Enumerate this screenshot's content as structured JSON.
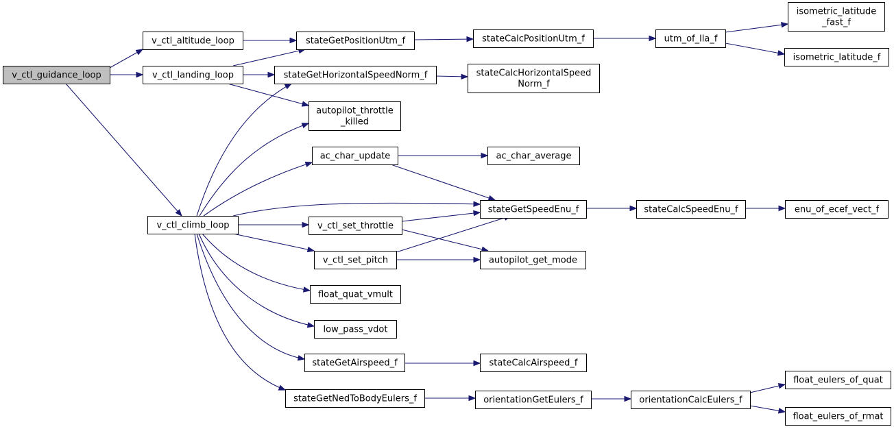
{
  "diagram": {
    "type": "call-graph",
    "nodes": [
      {
        "id": "v_ctl_guidance_loop",
        "lines": [
          "v_ctl_guidance_loop"
        ],
        "highlight": true
      },
      {
        "id": "v_ctl_altitude_loop",
        "lines": [
          "v_ctl_altitude_loop"
        ]
      },
      {
        "id": "v_ctl_landing_loop",
        "lines": [
          "v_ctl_landing_loop"
        ]
      },
      {
        "id": "v_ctl_climb_loop",
        "lines": [
          "v_ctl_climb_loop"
        ]
      },
      {
        "id": "stateGetPositionUtm_f",
        "lines": [
          "stateGetPositionUtm_f"
        ]
      },
      {
        "id": "stateGetHorizontalSpeedNorm_f",
        "lines": [
          "stateGetHorizontalSpeedNorm_f"
        ]
      },
      {
        "id": "autopilot_throttle_killed",
        "lines": [
          "autopilot_throttle",
          "_killed"
        ]
      },
      {
        "id": "ac_char_update",
        "lines": [
          "ac_char_update"
        ]
      },
      {
        "id": "v_ctl_set_throttle",
        "lines": [
          "v_ctl_set_throttle"
        ]
      },
      {
        "id": "v_ctl_set_pitch",
        "lines": [
          "v_ctl_set_pitch"
        ]
      },
      {
        "id": "float_quat_vmult",
        "lines": [
          "float_quat_vmult"
        ]
      },
      {
        "id": "low_pass_vdot",
        "lines": [
          "low_pass_vdot"
        ]
      },
      {
        "id": "stateGetAirspeed_f",
        "lines": [
          "stateGetAirspeed_f"
        ]
      },
      {
        "id": "stateGetNedToBodyEulers_f",
        "lines": [
          "stateGetNedToBodyEulers_f"
        ]
      },
      {
        "id": "stateCalcPositionUtm_f",
        "lines": [
          "stateCalcPositionUtm_f"
        ]
      },
      {
        "id": "stateCalcHorizontalSpeedNorm_f",
        "lines": [
          "stateCalcHorizontalSpeed",
          "Norm_f"
        ]
      },
      {
        "id": "ac_char_average",
        "lines": [
          "ac_char_average"
        ]
      },
      {
        "id": "stateGetSpeedEnu_f",
        "lines": [
          "stateGetSpeedEnu_f"
        ]
      },
      {
        "id": "autopilot_get_mode",
        "lines": [
          "autopilot_get_mode"
        ]
      },
      {
        "id": "stateCalcAirspeed_f",
        "lines": [
          "stateCalcAirspeed_f"
        ]
      },
      {
        "id": "orientationGetEulers_f",
        "lines": [
          "orientationGetEulers_f"
        ]
      },
      {
        "id": "utm_of_lla_f",
        "lines": [
          "utm_of_lla_f"
        ]
      },
      {
        "id": "stateCalcSpeedEnu_f",
        "lines": [
          "stateCalcSpeedEnu_f"
        ]
      },
      {
        "id": "orientationCalcEulers_f",
        "lines": [
          "orientationCalcEulers_f"
        ]
      },
      {
        "id": "isometric_latitude_fast_f",
        "lines": [
          "isometric_latitude",
          "_fast_f"
        ]
      },
      {
        "id": "isometric_latitude_f",
        "lines": [
          "isometric_latitude_f"
        ]
      },
      {
        "id": "enu_of_ecef_vect_f",
        "lines": [
          "enu_of_ecef_vect_f"
        ]
      },
      {
        "id": "float_eulers_of_quat",
        "lines": [
          "float_eulers_of_quat"
        ]
      },
      {
        "id": "float_eulers_of_rmat",
        "lines": [
          "float_eulers_of_rmat"
        ]
      }
    ],
    "edges": [
      {
        "from": "v_ctl_guidance_loop",
        "to": "v_ctl_altitude_loop"
      },
      {
        "from": "v_ctl_guidance_loop",
        "to": "v_ctl_landing_loop"
      },
      {
        "from": "v_ctl_guidance_loop",
        "to": "v_ctl_climb_loop"
      },
      {
        "from": "v_ctl_altitude_loop",
        "to": "stateGetPositionUtm_f"
      },
      {
        "from": "v_ctl_landing_loop",
        "to": "stateGetPositionUtm_f"
      },
      {
        "from": "v_ctl_landing_loop",
        "to": "stateGetHorizontalSpeedNorm_f"
      },
      {
        "from": "v_ctl_landing_loop",
        "to": "autopilot_throttle_killed"
      },
      {
        "from": "v_ctl_climb_loop",
        "to": "stateGetHorizontalSpeedNorm_f"
      },
      {
        "from": "v_ctl_climb_loop",
        "to": "autopilot_throttle_killed"
      },
      {
        "from": "v_ctl_climb_loop",
        "to": "ac_char_update"
      },
      {
        "from": "v_ctl_climb_loop",
        "to": "stateGetSpeedEnu_f"
      },
      {
        "from": "v_ctl_climb_loop",
        "to": "v_ctl_set_throttle"
      },
      {
        "from": "v_ctl_climb_loop",
        "to": "v_ctl_set_pitch"
      },
      {
        "from": "v_ctl_climb_loop",
        "to": "float_quat_vmult"
      },
      {
        "from": "v_ctl_climb_loop",
        "to": "low_pass_vdot"
      },
      {
        "from": "v_ctl_climb_loop",
        "to": "stateGetAirspeed_f"
      },
      {
        "from": "v_ctl_climb_loop",
        "to": "stateGetNedToBodyEulers_f"
      },
      {
        "from": "stateGetPositionUtm_f",
        "to": "stateCalcPositionUtm_f"
      },
      {
        "from": "stateGetHorizontalSpeedNorm_f",
        "to": "stateCalcHorizontalSpeedNorm_f"
      },
      {
        "from": "ac_char_update",
        "to": "ac_char_average"
      },
      {
        "from": "ac_char_update",
        "to": "stateGetSpeedEnu_f"
      },
      {
        "from": "v_ctl_set_throttle",
        "to": "stateGetSpeedEnu_f"
      },
      {
        "from": "v_ctl_set_throttle",
        "to": "autopilot_get_mode"
      },
      {
        "from": "v_ctl_set_pitch",
        "to": "stateGetSpeedEnu_f"
      },
      {
        "from": "v_ctl_set_pitch",
        "to": "autopilot_get_mode"
      },
      {
        "from": "stateGetAirspeed_f",
        "to": "stateCalcAirspeed_f"
      },
      {
        "from": "stateGetNedToBodyEulers_f",
        "to": "orientationGetEulers_f"
      },
      {
        "from": "stateCalcPositionUtm_f",
        "to": "utm_of_lla_f"
      },
      {
        "from": "stateGetSpeedEnu_f",
        "to": "stateCalcSpeedEnu_f"
      },
      {
        "from": "orientationGetEulers_f",
        "to": "orientationCalcEulers_f"
      },
      {
        "from": "utm_of_lla_f",
        "to": "isometric_latitude_fast_f"
      },
      {
        "from": "utm_of_lla_f",
        "to": "isometric_latitude_f"
      },
      {
        "from": "stateCalcSpeedEnu_f",
        "to": "enu_of_ecef_vect_f"
      },
      {
        "from": "orientationCalcEulers_f",
        "to": "float_eulers_of_quat"
      },
      {
        "from": "orientationCalcEulers_f",
        "to": "float_eulers_of_rmat"
      }
    ]
  }
}
